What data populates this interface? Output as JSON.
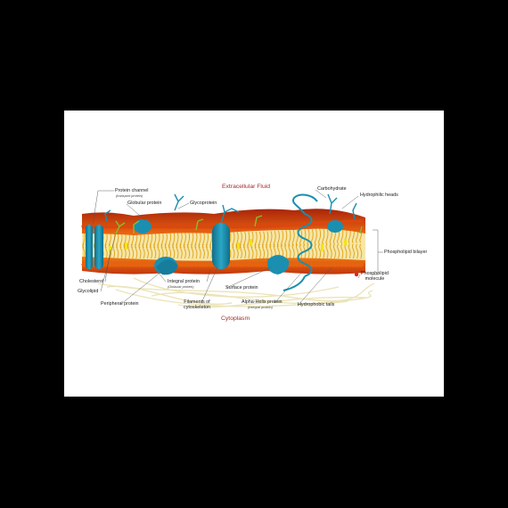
{
  "labels": {
    "extracellular_fluid": "Extracellular Fluid",
    "cytoplasm": "Cytoplasm",
    "protein_channel": "Protein channel",
    "protein_channel_sub": "(transport protein)",
    "globular_protein": "Globular protein",
    "glycoprotein": "Glycoprotein",
    "carbohydrate": "Carbohydrate",
    "hydrophilic_heads": "Hydrophilic heads",
    "phospholipid_bilayer": "Phospholipid bilayer",
    "phospholipid_molecule": "Phospholipid\nmolecule",
    "cholesterol": "Cholesterol",
    "glycolipid": "Glycolipid",
    "peripheral_protein": "Peripheral protein",
    "integral_protein": "Integral protein",
    "integral_protein_sub": "(Globular protein)",
    "surface_protein": "Surface protein",
    "filaments_of_cytoskeleton": "Filaments of\ncytoskeleton",
    "alpha_helix_protein": "Alpha-Helix protein",
    "alpha_helix_protein_sub": "(Integral protein)",
    "hydrophobic_tails": "Hydrophobic tails"
  },
  "colors": {
    "background": "#000000",
    "panel": "#ffffff",
    "heads_dark": "#a8240a",
    "heads_bright": "#f06a12",
    "tails": "#e0a214",
    "protein": "#1a8fb0",
    "carbohydrate": "#86be2e",
    "cholesterol": "#f2e416",
    "filaments": "#e9e2b2",
    "title_red": "#a32a2a"
  }
}
